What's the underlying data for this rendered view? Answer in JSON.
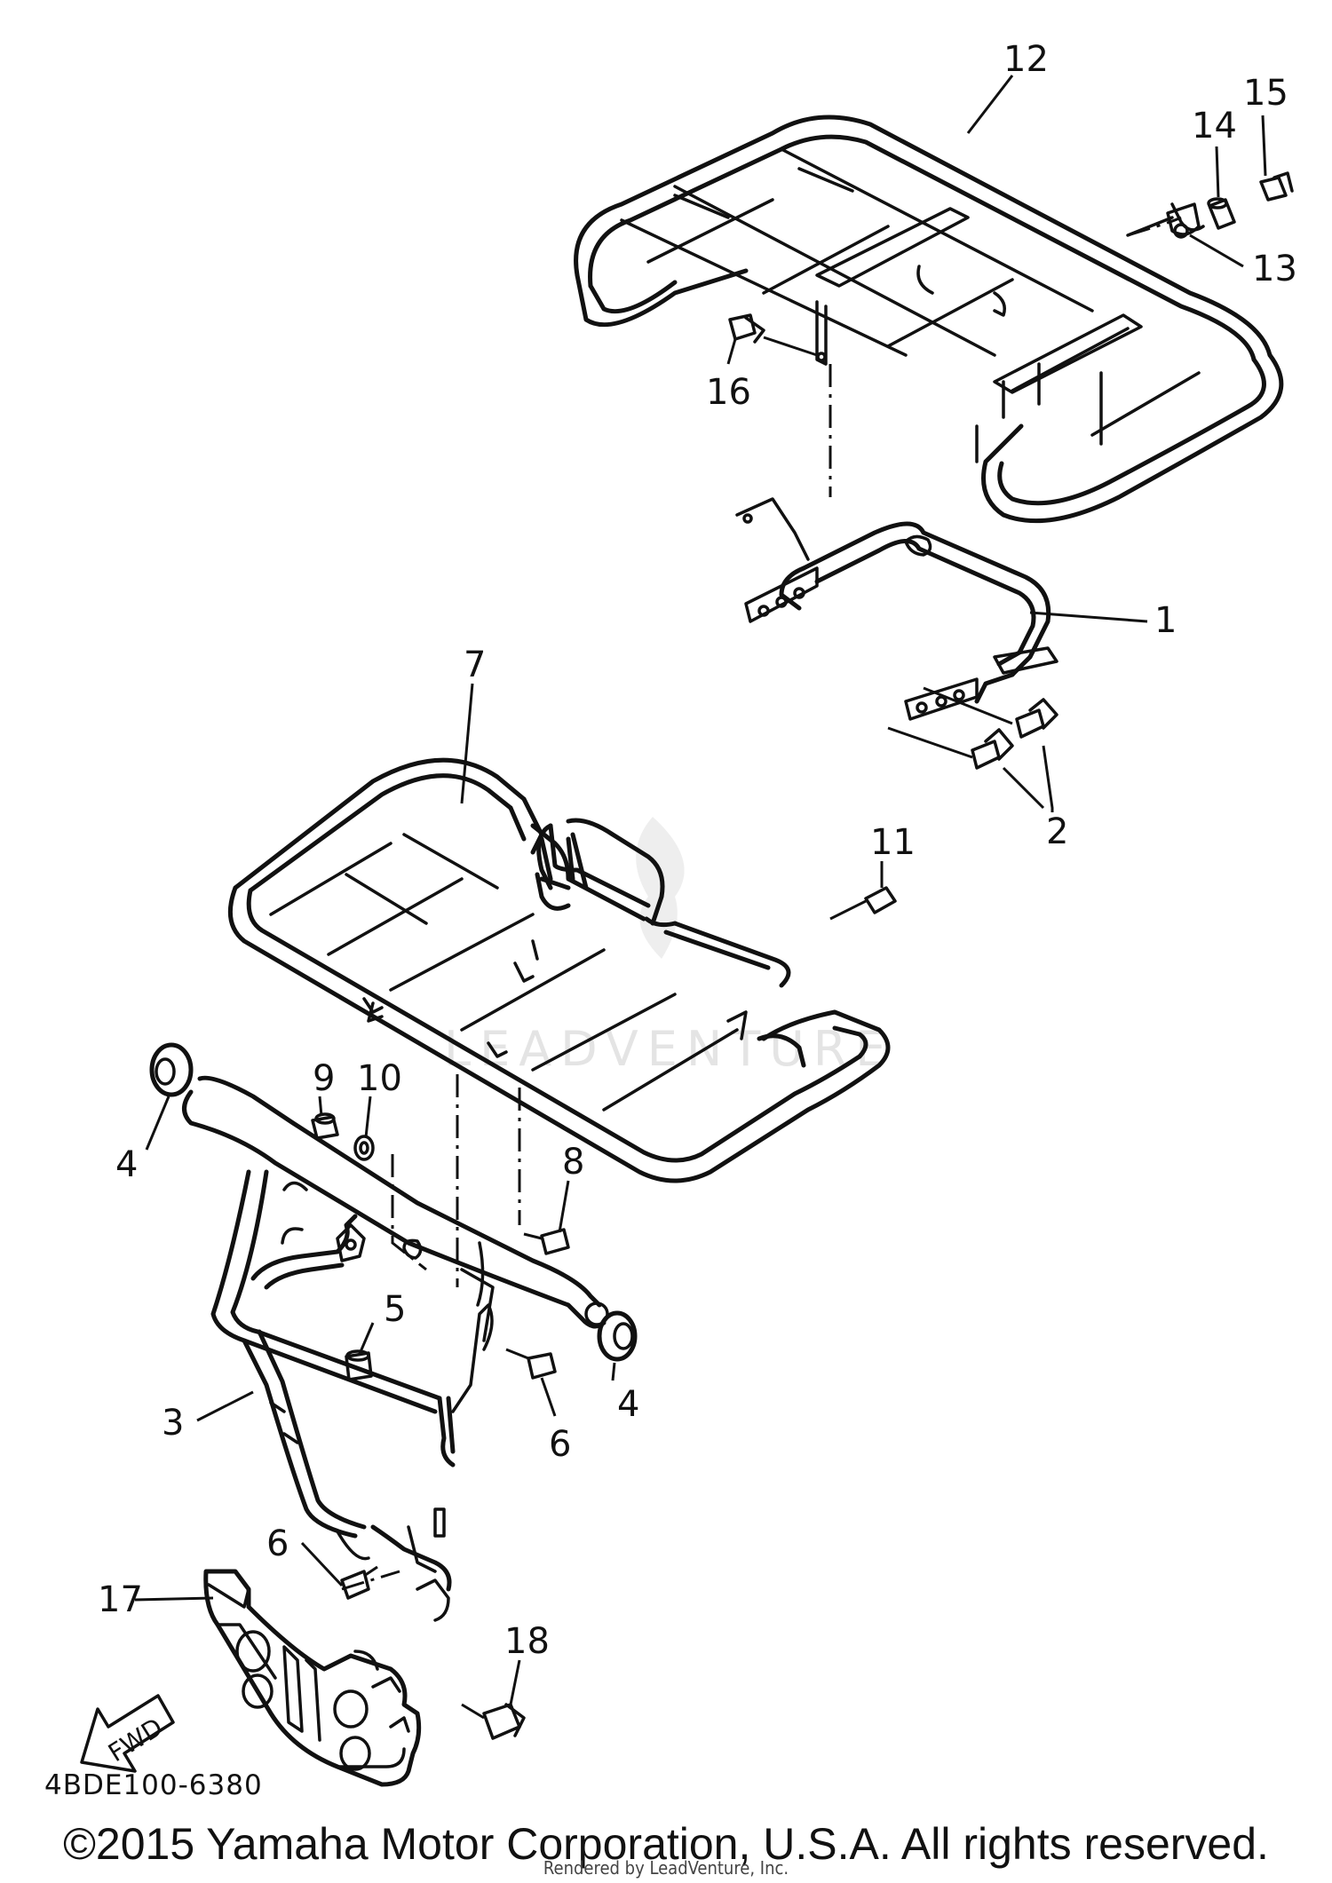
{
  "diagram": {
    "callouts": [
      {
        "id": "c1",
        "text": "1"
      },
      {
        "id": "c2",
        "text": "2"
      },
      {
        "id": "c3",
        "text": "3"
      },
      {
        "id": "c4a",
        "text": "4"
      },
      {
        "id": "c4b",
        "text": "4"
      },
      {
        "id": "c5",
        "text": "5"
      },
      {
        "id": "c6a",
        "text": "6"
      },
      {
        "id": "c6b",
        "text": "6"
      },
      {
        "id": "c7",
        "text": "7"
      },
      {
        "id": "c8",
        "text": "8"
      },
      {
        "id": "c9",
        "text": "9"
      },
      {
        "id": "c10",
        "text": "10"
      },
      {
        "id": "c11",
        "text": "11"
      },
      {
        "id": "c12",
        "text": "12"
      },
      {
        "id": "c13",
        "text": "13"
      },
      {
        "id": "c14",
        "text": "14"
      },
      {
        "id": "c15",
        "text": "15"
      },
      {
        "id": "c16",
        "text": "16"
      },
      {
        "id": "c17",
        "text": "17"
      },
      {
        "id": "c18",
        "text": "18"
      }
    ],
    "fwd_label": "FWD",
    "watermark": "LEADVENTURE",
    "diagram_code": "4BDE100-6380"
  },
  "footer": {
    "copyright": "©2015 Yamaha Motor Corporation, U.S.A. All rights reserved.",
    "rendered_by": "Rendered by LeadVenture, Inc."
  }
}
